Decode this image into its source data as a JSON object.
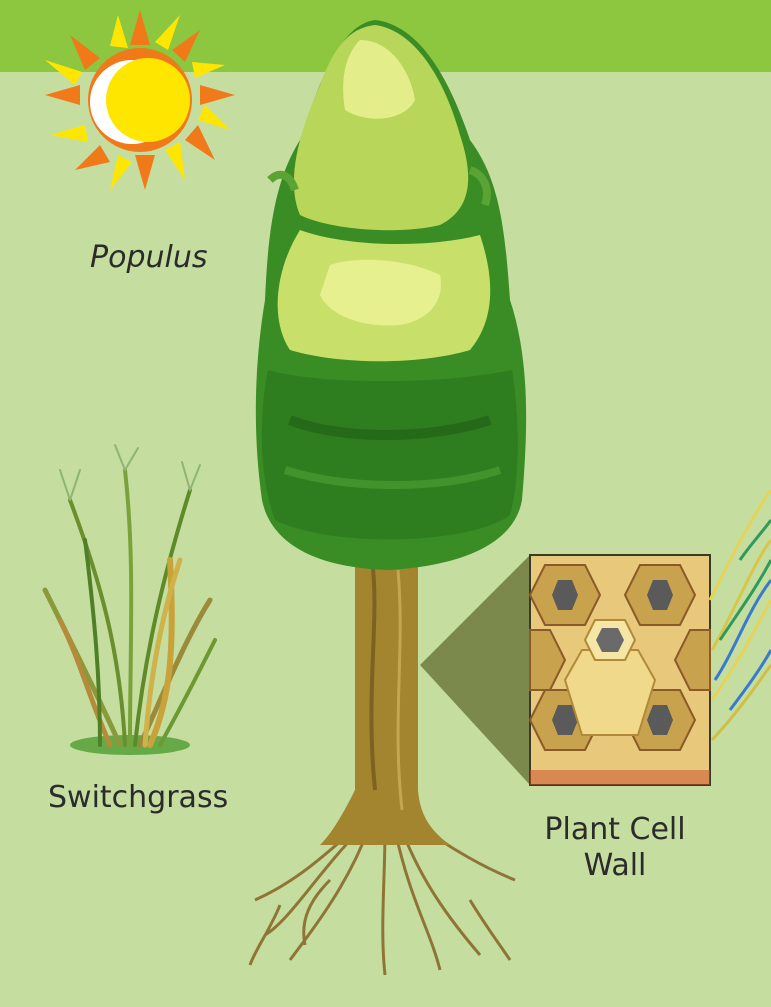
{
  "labels": {
    "populus": "Populus",
    "switchgrass": "Switchgrass",
    "cell_wall_line1": "Plant Cell",
    "cell_wall_line2": "Wall"
  },
  "colors": {
    "background": "#c5dea0",
    "top_band": "#8dc63f",
    "sun_outer": "#f07a1a",
    "sun_inner": "#ffe600",
    "foliage_dark": "#2e7d1f",
    "foliage_light": "#d7e86a",
    "trunk": "#a3852f"
  },
  "icons": [
    "sun-icon",
    "populus-tree",
    "switchgrass-plant",
    "cell-wall-inset",
    "fiber-strands"
  ]
}
